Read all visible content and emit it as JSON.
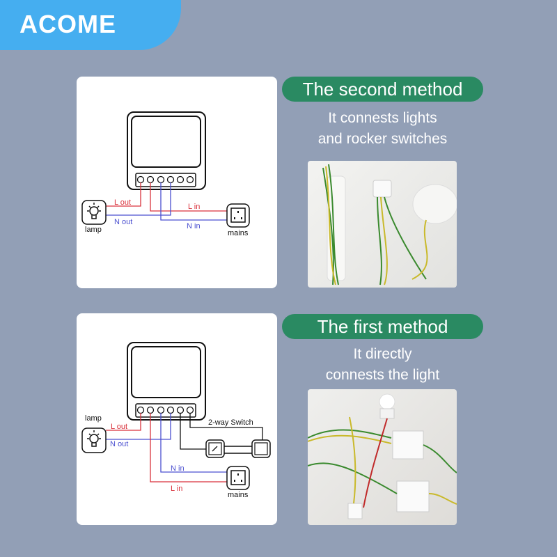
{
  "brand": "ACOME",
  "second": {
    "title": "The second method",
    "line1": "It connests lights",
    "line2": "and rocker switches",
    "diagram": {
      "l_out": "L out",
      "n_out": "N out",
      "l_in": "L in",
      "n_in": "N in",
      "lamp": "lamp",
      "mains": "mains"
    }
  },
  "first": {
    "title": "The first method",
    "line1": "It directly",
    "line2": "connests the light",
    "diagram": {
      "l_out": "L out",
      "n_out": "N out",
      "l_in": "L in",
      "n_in": "N in",
      "lamp": "lamp",
      "mains": "mains",
      "switch": "2-way Switch"
    }
  },
  "colors": {
    "red": "#d9323c",
    "blue": "#4a4fd0",
    "green": "#2a8a62",
    "accent": "#45aef0"
  }
}
